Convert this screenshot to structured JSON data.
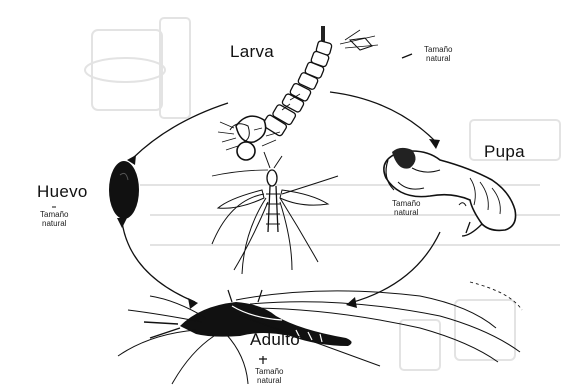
{
  "stages": {
    "larva": "Larva",
    "pupa": "Pupa",
    "huevo": "Huevo",
    "adulto": "Adulto"
  },
  "notes": {
    "larva_line1": "Tamaño",
    "larva_line2": "natural",
    "pupa_line1": "Tamaño",
    "pupa_line2": "natural",
    "huevo_line1": "Tamaño",
    "huevo_line2": "natural",
    "adulto_line1": "Tamaño",
    "adulto_line2": "natural"
  },
  "colors": {
    "ink": "#111111",
    "background": "#ffffff",
    "faded_background": "#e9e9e9"
  },
  "icons": [
    "larva-illustration",
    "pupa-illustration",
    "egg-illustration",
    "adult-mosquito-illustration",
    "center-mosquito-illustration",
    "cycle-arrow-icon"
  ]
}
